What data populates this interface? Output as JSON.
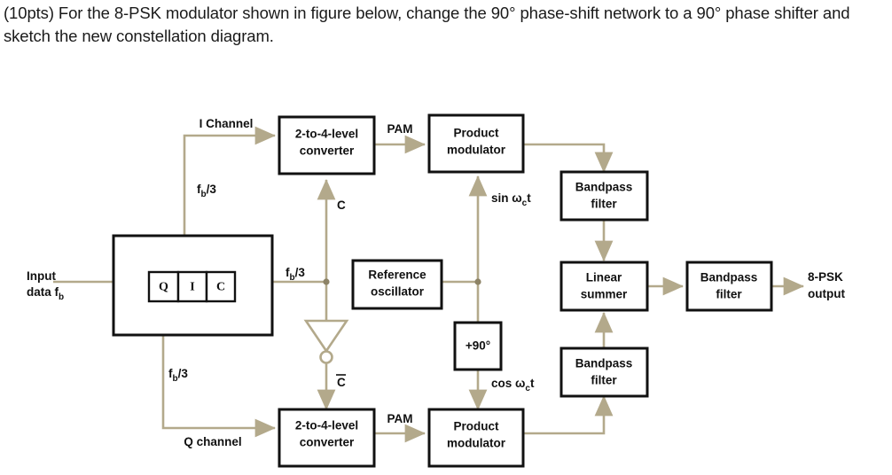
{
  "question": {
    "text": "(10pts) For the 8-PSK modulator shown in figure below, change the 90° phase-shift network to a 90° phase shifter and sketch the new constellation diagram."
  },
  "colors": {
    "wire": "#b3a98b",
    "box_stroke": "#111111",
    "text": "#111111",
    "background": "#ffffff"
  },
  "diagram": {
    "type": "block-diagram",
    "title": "8-PSK modulator",
    "blocks": {
      "serial_converter": {
        "label": "",
        "cells": [
          "Q",
          "I",
          "C"
        ]
      },
      "i_converter": {
        "line1": "2-to-4-level",
        "line2": "converter"
      },
      "q_converter": {
        "line1": "2-to-4-level",
        "line2": "converter"
      },
      "i_product_modulator": {
        "line1": "Product",
        "line2": "modulator"
      },
      "q_product_modulator": {
        "line1": "Product",
        "line2": "modulator"
      },
      "reference_oscillator": {
        "line1": "Reference",
        "line2": "oscillator"
      },
      "phase_shifter": {
        "line1": "+90°"
      },
      "bandpass_filter_top": {
        "line1": "Bandpass",
        "line2": "filter"
      },
      "bandpass_filter_bottom": {
        "line1": "Bandpass",
        "line2": "filter"
      },
      "bandpass_filter_output": {
        "line1": "Bandpass",
        "line2": "filter"
      },
      "linear_summer": {
        "line1": "Linear",
        "line2": "summer"
      }
    },
    "labels": {
      "input_line1": "Input",
      "input_line2_pre": "data f",
      "input_line2_sub": "b",
      "i_channel": "I Channel",
      "q_channel": "Q channel",
      "rate_i_pre": "f",
      "rate_i_sub": "b",
      "rate_i_post": "/3",
      "rate_c_pre": "f",
      "rate_c_sub": "b",
      "rate_c_post": "/3",
      "rate_q_pre": "f",
      "rate_q_sub": "b",
      "rate_q_post": "/3",
      "c_signal": "C",
      "c_bar_signal": "C",
      "pam_top": "PAM",
      "pam_bottom": "PAM",
      "sin_carrier_pre": "sin ω",
      "sin_carrier_sub": "c",
      "sin_carrier_post": "t",
      "cos_carrier_pre": "cos ω",
      "cos_carrier_sub": "c",
      "cos_carrier_post": "t",
      "output_line1": "8-PSK",
      "output_line2": "output"
    }
  }
}
